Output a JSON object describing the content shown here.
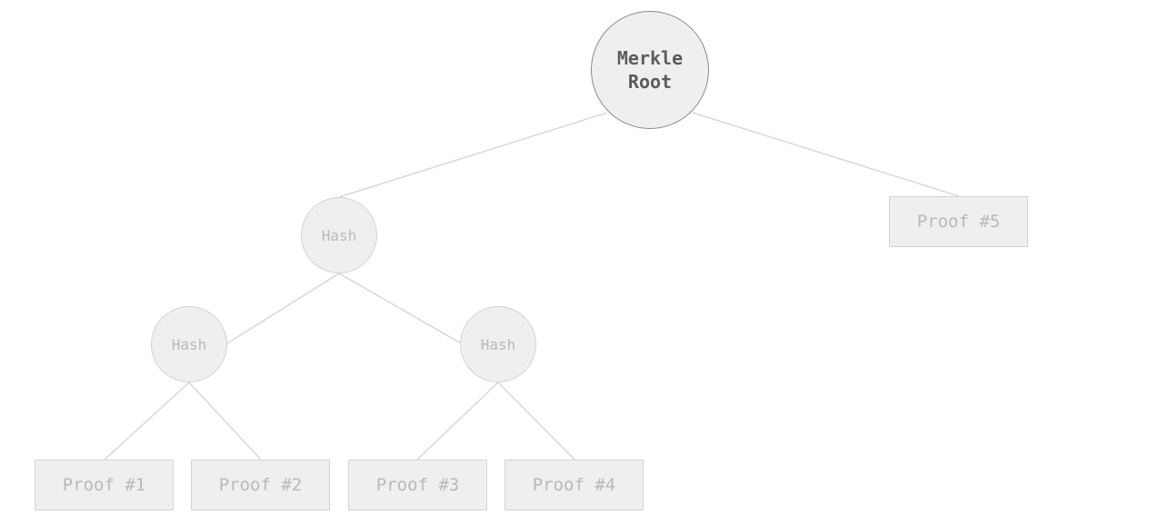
{
  "root": {
    "label": "Merkle\nRoot"
  },
  "hashes": [
    {
      "label": "Hash"
    },
    {
      "label": "Hash"
    },
    {
      "label": "Hash"
    }
  ],
  "proofs": [
    {
      "label": "Proof #1"
    },
    {
      "label": "Proof #2"
    },
    {
      "label": "Proof #3"
    },
    {
      "label": "Proof #4"
    },
    {
      "label": "Proof #5"
    }
  ],
  "colors": {
    "root_border": "#8a8a8a",
    "root_text": "#5c5c5c",
    "node_fill": "#efefef",
    "muted_border": "#d4d4d4",
    "muted_text": "#b9b9b9",
    "edge": "#d6d6d6"
  }
}
